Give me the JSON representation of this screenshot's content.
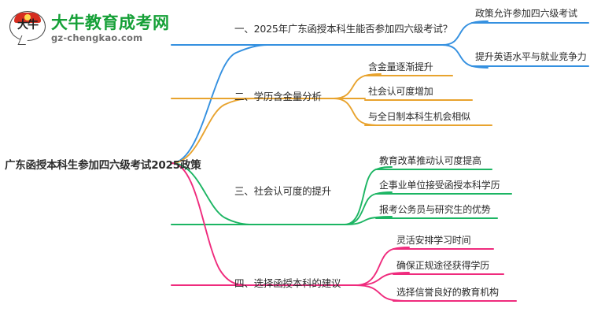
{
  "logo": {
    "mark_text": "大牛",
    "title": "大牛教育成考网",
    "subtitle": "gz-chengkao.com",
    "brand_green": "#15a037",
    "brand_red": "#d62d20"
  },
  "mindmap": {
    "root": {
      "label": "广东函授本科生参加四六级考试2025政策"
    },
    "branches": [
      {
        "label": "一、2025年广东函授本科生能否参加四六级考试？",
        "color": "#3490e0",
        "children": [
          {
            "label": "政策允许参加四六级考试"
          },
          {
            "label": "提升英语水平与就业竞争力"
          }
        ]
      },
      {
        "label": "二、学历含金量分析",
        "color": "#e8a32e",
        "children": [
          {
            "label": "含金量逐渐提升"
          },
          {
            "label": "社会认可度增加"
          },
          {
            "label": "与全日制本科生机会相似"
          }
        ]
      },
      {
        "label": "三、社会认可度的提升",
        "color": "#1cb563",
        "children": [
          {
            "label": "教育改革推动认可度提高"
          },
          {
            "label": "企事业单位接受函授本科学历"
          },
          {
            "label": "报考公务员与研究生的优势"
          }
        ]
      },
      {
        "label": "四、选择函授本科的建议",
        "color": "#ef2b7d",
        "children": [
          {
            "label": "灵活安排学习时间"
          },
          {
            "label": "确保正规途径获得学历"
          },
          {
            "label": "选择信誉良好的教育机构"
          }
        ]
      }
    ]
  }
}
